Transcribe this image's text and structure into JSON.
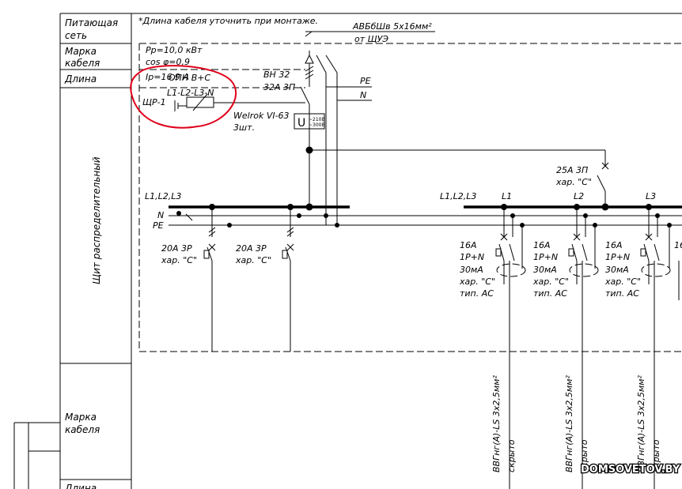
{
  "titleblock": {
    "supply": [
      "Питающая",
      "сеть"
    ],
    "cable_mark_top": [
      "Марка",
      "кабеля"
    ],
    "length_top": "Длина",
    "panel_vertical": "Щит распределительный",
    "cable_mark_bottom": [
      "Марка",
      "кабеля"
    ],
    "length_bottom": "Длина"
  },
  "notes": {
    "cable_note": "*Длина кабеля уточнить при монтаже.",
    "feeder_cable": "АВБбШв 5х16мм²",
    "feeder_from": "от ЩУЭ"
  },
  "params": {
    "pp": "Рр=10,0 кВт",
    "cos": "cos φ=0,9",
    "ip": "Iр=16,9 А"
  },
  "spd": {
    "type": "ОПН В+С",
    "lines": "L1-L2-L3-N",
    "label": "ЩР-1",
    "model": "Welrok VI-63",
    "qty": "3шт.",
    "v1": "~210В",
    "v2": "~300В"
  },
  "main_switch": {
    "model": "ВН 32",
    "rating": "32А 3П",
    "pe": "PE",
    "n": "N"
  },
  "right_breaker": {
    "rating": "25А 3П",
    "curve": "хар. \"С\""
  },
  "bus_labels": {
    "left": "L1,L2,L3",
    "n": "N",
    "pe": "PE",
    "right": "L1,L2,L3",
    "l1": "L1",
    "l2": "L2",
    "l3": "L3"
  },
  "breakers_3p": [
    {
      "rating": "20А 3Р",
      "curve": "хар. \"С\""
    },
    {
      "rating": "20А 3Р",
      "curve": "хар. \"С\""
    }
  ],
  "rcbos": [
    {
      "rating": "16А",
      "poles": "1Р+N",
      "leak": "30мА",
      "curve": "хар. \"С\"",
      "type": "тип. АС",
      "cable": "ВВГнг(А)-LS 3х2,5мм²",
      "install": "скрыто"
    },
    {
      "rating": "16А",
      "poles": "1Р+N",
      "leak": "30мА",
      "curve": "хар. \"С\"",
      "type": "тип. АС",
      "cable": "ВВГнг(А)-LS 3х2,5мм²",
      "install": "скрыто"
    },
    {
      "rating": "16А",
      "poles": "1Р+N",
      "leak": "30мА",
      "curve": "хар. \"С\"",
      "type": "тип. АС",
      "cable": "ВВГнг(А)-LS 3х2,5мм²",
      "install": "скрыто"
    },
    {
      "rating": "16"
    }
  ],
  "watermark": "DOMSOVETOV.BY"
}
